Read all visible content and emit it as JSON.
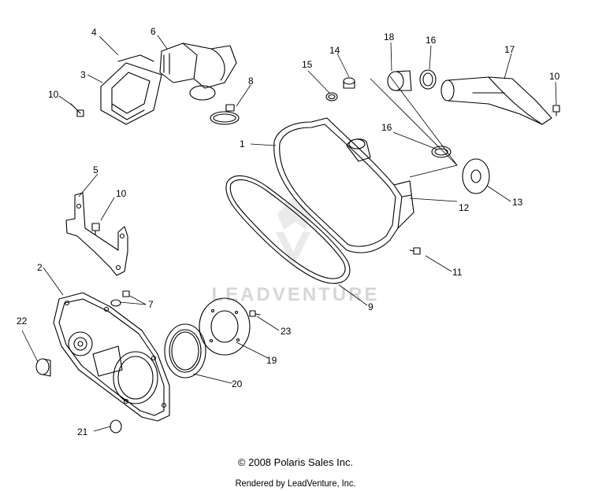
{
  "callouts": [
    "1",
    "2",
    "3",
    "4",
    "5",
    "6",
    "7",
    "8",
    "9",
    "10",
    "11",
    "12",
    "13",
    "14",
    "15",
    "16",
    "17",
    "18",
    "19",
    "20",
    "21",
    "22",
    "23"
  ],
  "watermark": {
    "text": "LEADVENTURE"
  },
  "footer": {
    "copyright": "© 2008 Polaris Sales Inc.",
    "rendered_by": "Rendered by LeadVenture, Inc."
  },
  "colors": {
    "line": "#000000",
    "watermark": "#d9d9d9",
    "background": "#ffffff"
  }
}
